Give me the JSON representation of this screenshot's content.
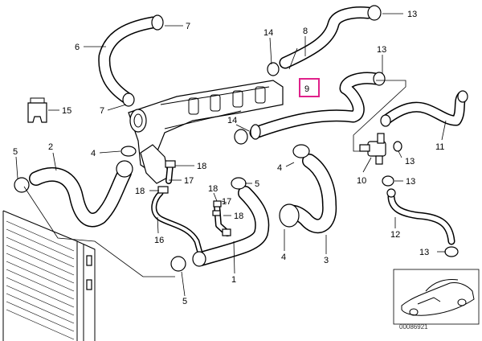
{
  "callouts": [
    {
      "id": "c7a",
      "label": "7"
    },
    {
      "id": "c6",
      "label": "6"
    },
    {
      "id": "c7b",
      "label": "7"
    },
    {
      "id": "c15",
      "label": "15"
    },
    {
      "id": "c5a",
      "label": "5"
    },
    {
      "id": "c2",
      "label": "2"
    },
    {
      "id": "c4a",
      "label": "4"
    },
    {
      "id": "c18a",
      "label": "18"
    },
    {
      "id": "c17a",
      "label": "17"
    },
    {
      "id": "c18b",
      "label": "18"
    },
    {
      "id": "c16",
      "label": "16"
    },
    {
      "id": "c18c",
      "label": "18"
    },
    {
      "id": "c17b",
      "label": "17"
    },
    {
      "id": "c18d",
      "label": "18"
    },
    {
      "id": "c1",
      "label": "1"
    },
    {
      "id": "c5b",
      "label": "5"
    },
    {
      "id": "c14a",
      "label": "14"
    },
    {
      "id": "c8",
      "label": "8"
    },
    {
      "id": "c13a",
      "label": "13"
    },
    {
      "id": "c13b",
      "label": "13"
    },
    {
      "id": "c9",
      "label": "9"
    },
    {
      "id": "c14b",
      "label": "14"
    },
    {
      "id": "c5c",
      "label": "5"
    },
    {
      "id": "c4b",
      "label": "4"
    },
    {
      "id": "c4c",
      "label": "4"
    },
    {
      "id": "c3",
      "label": "3"
    },
    {
      "id": "c11",
      "label": "11"
    },
    {
      "id": "c13c",
      "label": "13"
    },
    {
      "id": "c10",
      "label": "10"
    },
    {
      "id": "c13d",
      "label": "13"
    },
    {
      "id": "c12",
      "label": "12"
    },
    {
      "id": "c13e",
      "label": "13"
    }
  ],
  "highlight_color": "#e0218a",
  "document_number": "00086921"
}
